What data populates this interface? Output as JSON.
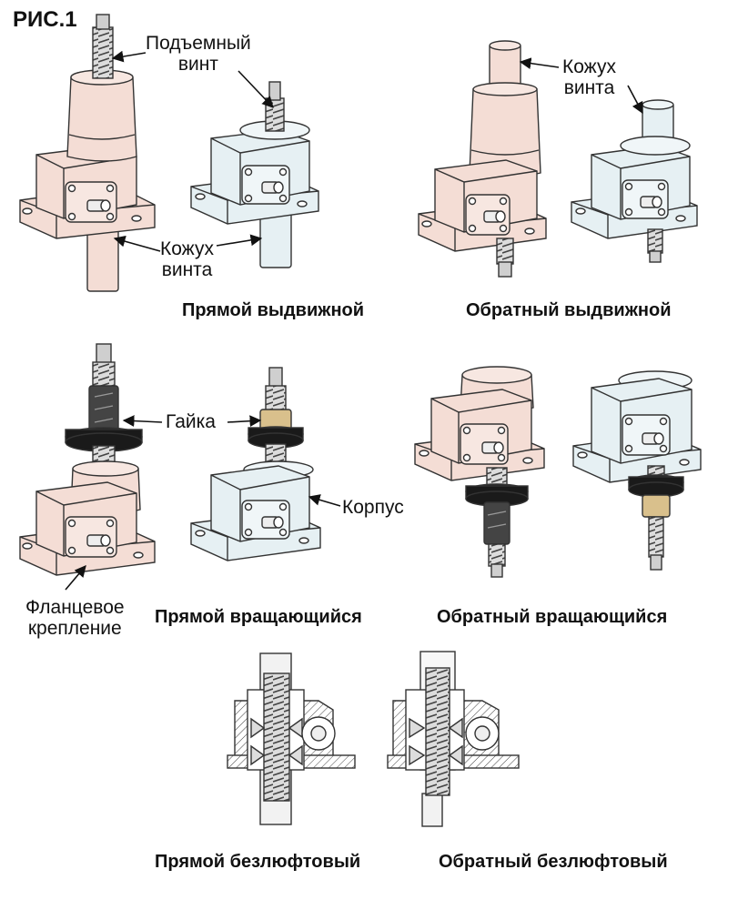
{
  "figure_label": "РИС.1",
  "labels": {
    "lifting_screw": [
      "Подъемный",
      "винт"
    ],
    "screw_cover_top": [
      "Кожух",
      "винта"
    ],
    "screw_cover_left": [
      "Кожух",
      "винта"
    ],
    "nut": "Гайка",
    "housing": "Корпус",
    "flange_mount": [
      "Фланцевое",
      "крепление"
    ]
  },
  "captions": {
    "direct_translating": "Прямой выдвижной",
    "inverted_translating": "Обратный выдвижной",
    "direct_rotating": "Прямой вращающийся",
    "inverted_rotating": "Обратный вращающийся",
    "direct_anti_backlash": "Прямой безлюфтовый",
    "inverted_anti_backlash": "Обратный безлюфтовый"
  },
  "colors": {
    "pink_body": "#f4ddd5",
    "blue_body": "#e6f0f3",
    "outline": "#333333",
    "dark_nut": "#444444",
    "bronze_nut": "#d9c08c",
    "flange_black": "#1a1a1a"
  }
}
